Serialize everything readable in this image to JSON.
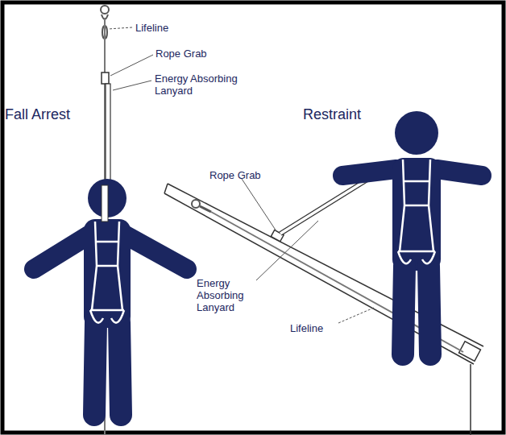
{
  "diagram": {
    "labels": [
      "Fall Arrest",
      "Lifeline",
      "Rope Grab",
      "Energy Absorbing Lanyard",
      "Restraint",
      "Rope Grab",
      "Energy Absorbing Lanyard",
      "Lifeline"
    ]
  }
}
